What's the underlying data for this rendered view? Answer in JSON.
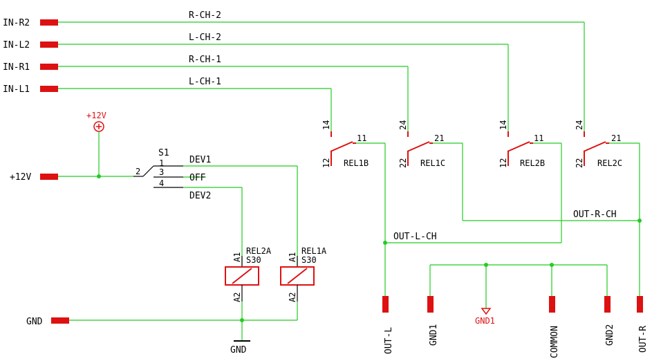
{
  "colors": {
    "wire": "#22cc22",
    "symbol": "#dd1111",
    "text": "#000000",
    "background": "#ffffff"
  },
  "inputs": {
    "in_r2": "IN-R2",
    "in_l2": "IN-L2",
    "in_r1": "IN-R1",
    "in_l1": "IN-L1",
    "plus12v": "+12V",
    "gnd": "GND"
  },
  "nets": {
    "r_ch_2": "R-CH-2",
    "l_ch_2": "L-CH-2",
    "r_ch_1": "R-CH-1",
    "l_ch_1": "L-CH-1",
    "dev1": "DEV1",
    "off": "OFF",
    "dev2": "DEV2",
    "out_l_ch": "OUT-L-CH",
    "out_r_ch": "OUT-R-CH"
  },
  "supply": {
    "plus12v": "+12V",
    "gnd": "GND",
    "gnd1": "GND1"
  },
  "switch": {
    "name": "S1",
    "pin1": "1",
    "pin2": "2",
    "pin3": "3",
    "pin4": "4"
  },
  "relay_contacts": [
    {
      "name": "REL1B",
      "nc": "14",
      "no": "12",
      "com": "11"
    },
    {
      "name": "REL1C",
      "nc": "24",
      "no": "22",
      "com": "21"
    },
    {
      "name": "REL2B",
      "nc": "14",
      "no": "12",
      "com": "11"
    },
    {
      "name": "REL2C",
      "nc": "24",
      "no": "22",
      "com": "21"
    }
  ],
  "relay_coils": [
    {
      "name": "REL2A",
      "type": "S30",
      "a1": "A1",
      "a2": "A2"
    },
    {
      "name": "REL1A",
      "type": "S30",
      "a1": "A1",
      "a2": "A2"
    }
  ],
  "outputs": [
    "OUT-L",
    "GND1",
    "COMMON",
    "GND2",
    "OUT-R"
  ]
}
